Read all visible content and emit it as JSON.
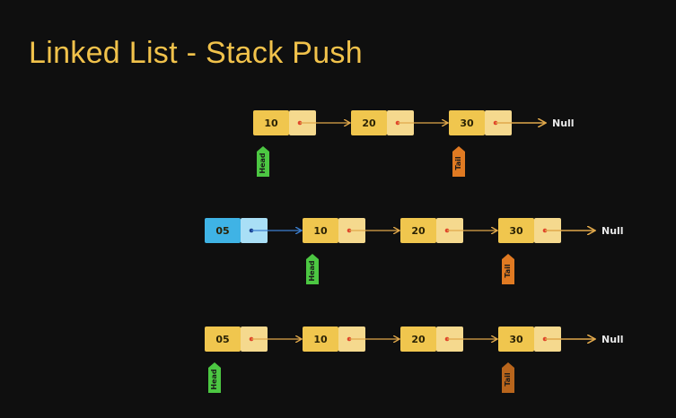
{
  "title": "Linked List - Stack Push",
  "colors": {
    "background": "#0f0f0f",
    "title": "#f1c24b",
    "node_value": "#f0c64e",
    "node_pointer": "#f5d98e",
    "new_node_value": "#3fb3e5",
    "new_node_pointer": "#a9dff6",
    "arrow": "#e0a84b",
    "new_arrow": "#3c7fd0",
    "dot": "#e0442b",
    "new_dot": "#1a3f8f",
    "head_tag": "#4cc742",
    "tail_tag": "#e07a22",
    "tail_tag_dim": "#b8651c"
  },
  "rows": [
    {
      "nodes": [
        {
          "value": "10",
          "kind": "normal"
        },
        {
          "value": "20",
          "kind": "normal"
        },
        {
          "value": "30",
          "kind": "normal"
        }
      ],
      "null_label": "Null",
      "head_index": 0,
      "tail_index": 2
    },
    {
      "nodes": [
        {
          "value": "05",
          "kind": "new"
        },
        {
          "value": "10",
          "kind": "normal"
        },
        {
          "value": "20",
          "kind": "normal"
        },
        {
          "value": "30",
          "kind": "normal"
        }
      ],
      "null_label": "Null",
      "head_index": 1,
      "tail_index": 3
    },
    {
      "nodes": [
        {
          "value": "05",
          "kind": "normal"
        },
        {
          "value": "10",
          "kind": "normal"
        },
        {
          "value": "20",
          "kind": "normal"
        },
        {
          "value": "30",
          "kind": "normal"
        }
      ],
      "null_label": "Null",
      "head_index": 0,
      "tail_index": 3,
      "tail_dim": true
    }
  ],
  "labels": {
    "head": "Head",
    "tail": "Tail"
  }
}
